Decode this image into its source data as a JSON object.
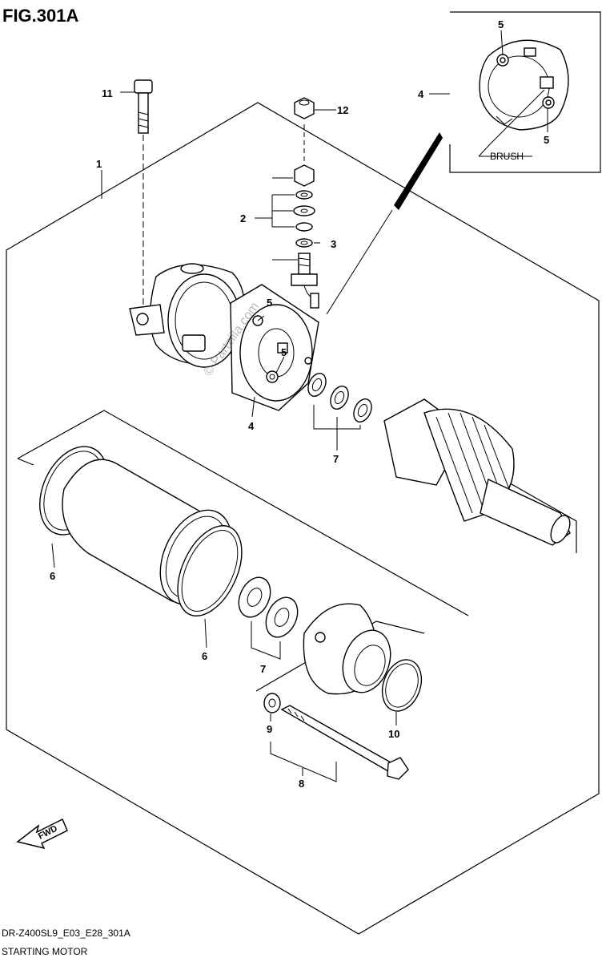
{
  "figure": {
    "title": "FIG.301A",
    "code": "DR-Z400SL9_E03_E28_301A",
    "caption": "STARTING MOTOR"
  },
  "watermark": "© Partzilla.com",
  "inset_label": "BRUSH",
  "fwd_label": "FWD",
  "callouts": [
    {
      "id": "c1",
      "label": "1"
    },
    {
      "id": "c2",
      "label": "2"
    },
    {
      "id": "c3",
      "label": "3"
    },
    {
      "id": "c4a",
      "label": "4"
    },
    {
      "id": "c4b",
      "label": "4"
    },
    {
      "id": "c5a",
      "label": "5"
    },
    {
      "id": "c5b",
      "label": "5"
    },
    {
      "id": "c5c",
      "label": "5"
    },
    {
      "id": "c5d",
      "label": "5"
    },
    {
      "id": "c6a",
      "label": "6"
    },
    {
      "id": "c6b",
      "label": "6"
    },
    {
      "id": "c7a",
      "label": "7"
    },
    {
      "id": "c7b",
      "label": "7"
    },
    {
      "id": "c8",
      "label": "8"
    },
    {
      "id": "c9",
      "label": "9"
    },
    {
      "id": "c10",
      "label": "10"
    },
    {
      "id": "c11",
      "label": "11"
    },
    {
      "id": "c12",
      "label": "12"
    }
  ]
}
